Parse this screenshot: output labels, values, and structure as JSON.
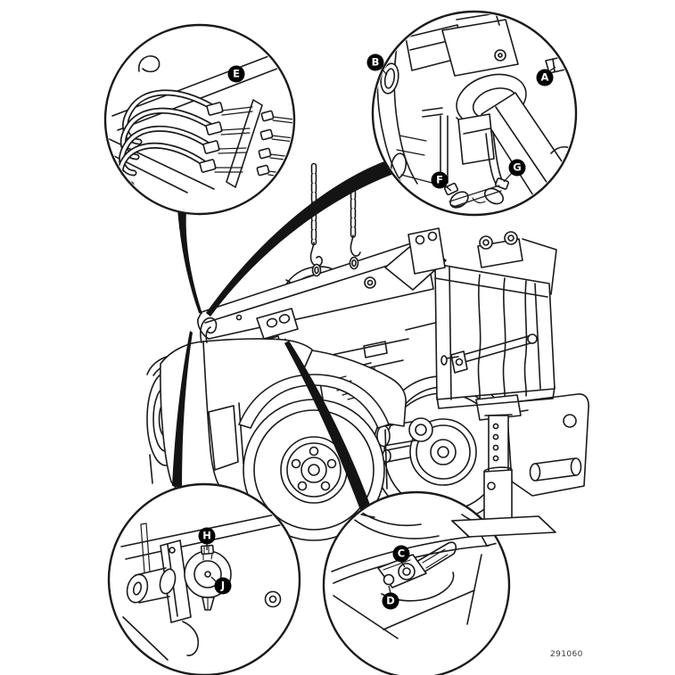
{
  "figure": {
    "number": "291060"
  },
  "callouts": {
    "a": {
      "label": "A"
    },
    "b": {
      "label": "B"
    },
    "c": {
      "label": "C"
    },
    "d": {
      "label": "D"
    },
    "e": {
      "label": "E"
    },
    "f": {
      "label": "F"
    },
    "g": {
      "label": "G"
    },
    "h": {
      "label": "H"
    },
    "j": {
      "label": "J"
    }
  },
  "colors": {
    "line": "#1a1a1a",
    "badge_background": "#000000",
    "badge_text": "#ffffff",
    "background": "#ffffff"
  }
}
